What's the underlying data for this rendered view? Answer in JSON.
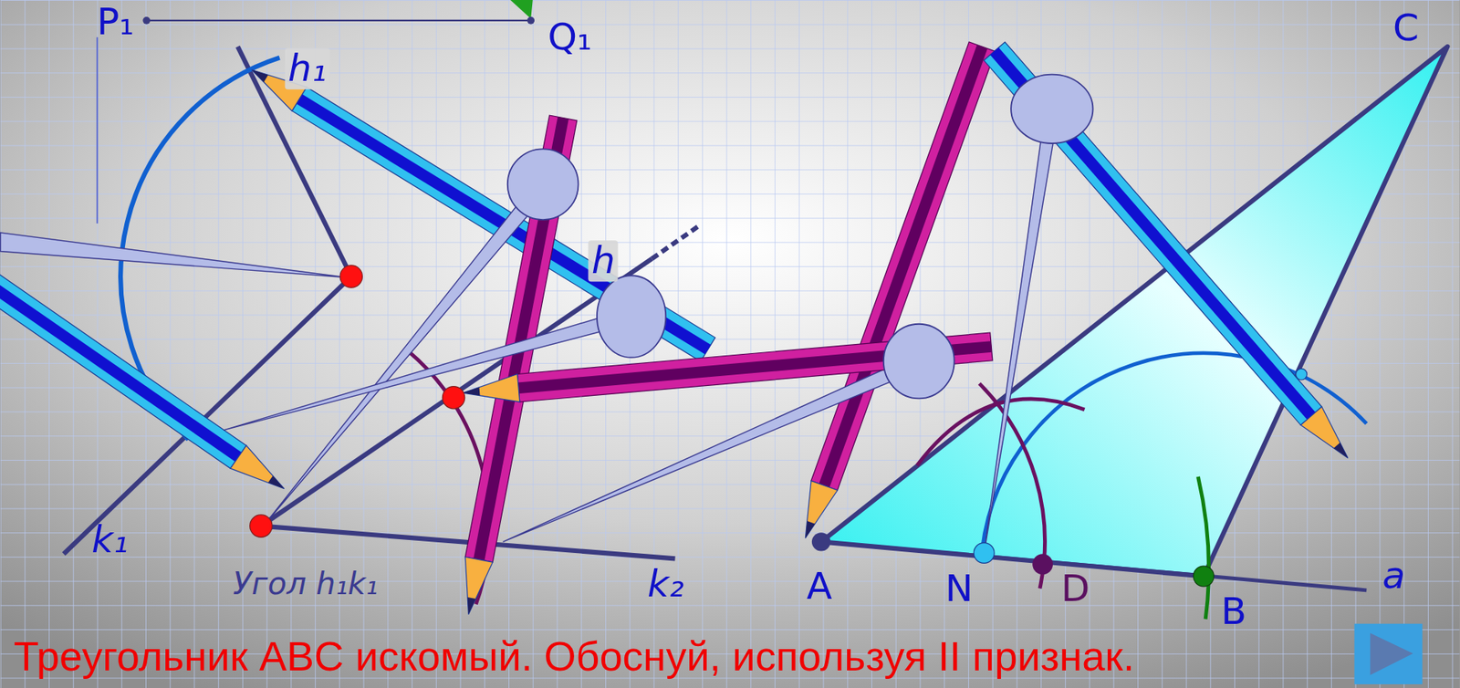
{
  "diagram": {
    "caption": "Треугольник ABC искомый. Обоснуй, используя II признак.",
    "labels": [
      "P₁",
      "Q₁",
      "h₁",
      "h",
      "k₁",
      "Угол h₁k₁",
      "k₂",
      "A",
      "N",
      "D",
      "B",
      "a",
      "C"
    ]
  }
}
